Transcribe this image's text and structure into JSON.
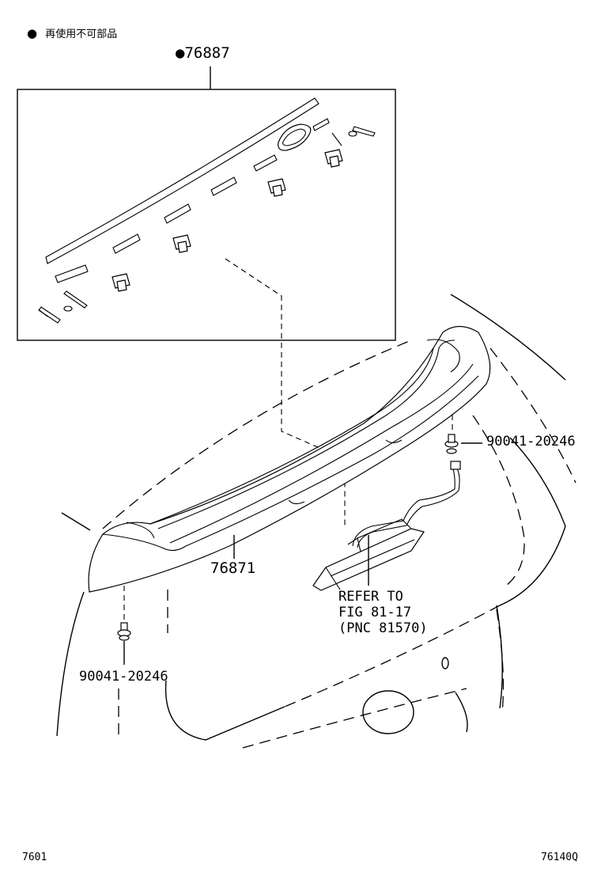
{
  "legend": {
    "bullet": "●",
    "text": "再使用不可部品"
  },
  "parts": {
    "kit": "●76887",
    "spoiler": "76871",
    "screw_right": "90041-20246",
    "screw_left": "90041-20246",
    "refer_line1": "REFER TO",
    "refer_line2": "FIG 81-17",
    "refer_line3": "(PNC 81570)"
  },
  "footer": {
    "left": "7601",
    "right": "76140Q"
  }
}
